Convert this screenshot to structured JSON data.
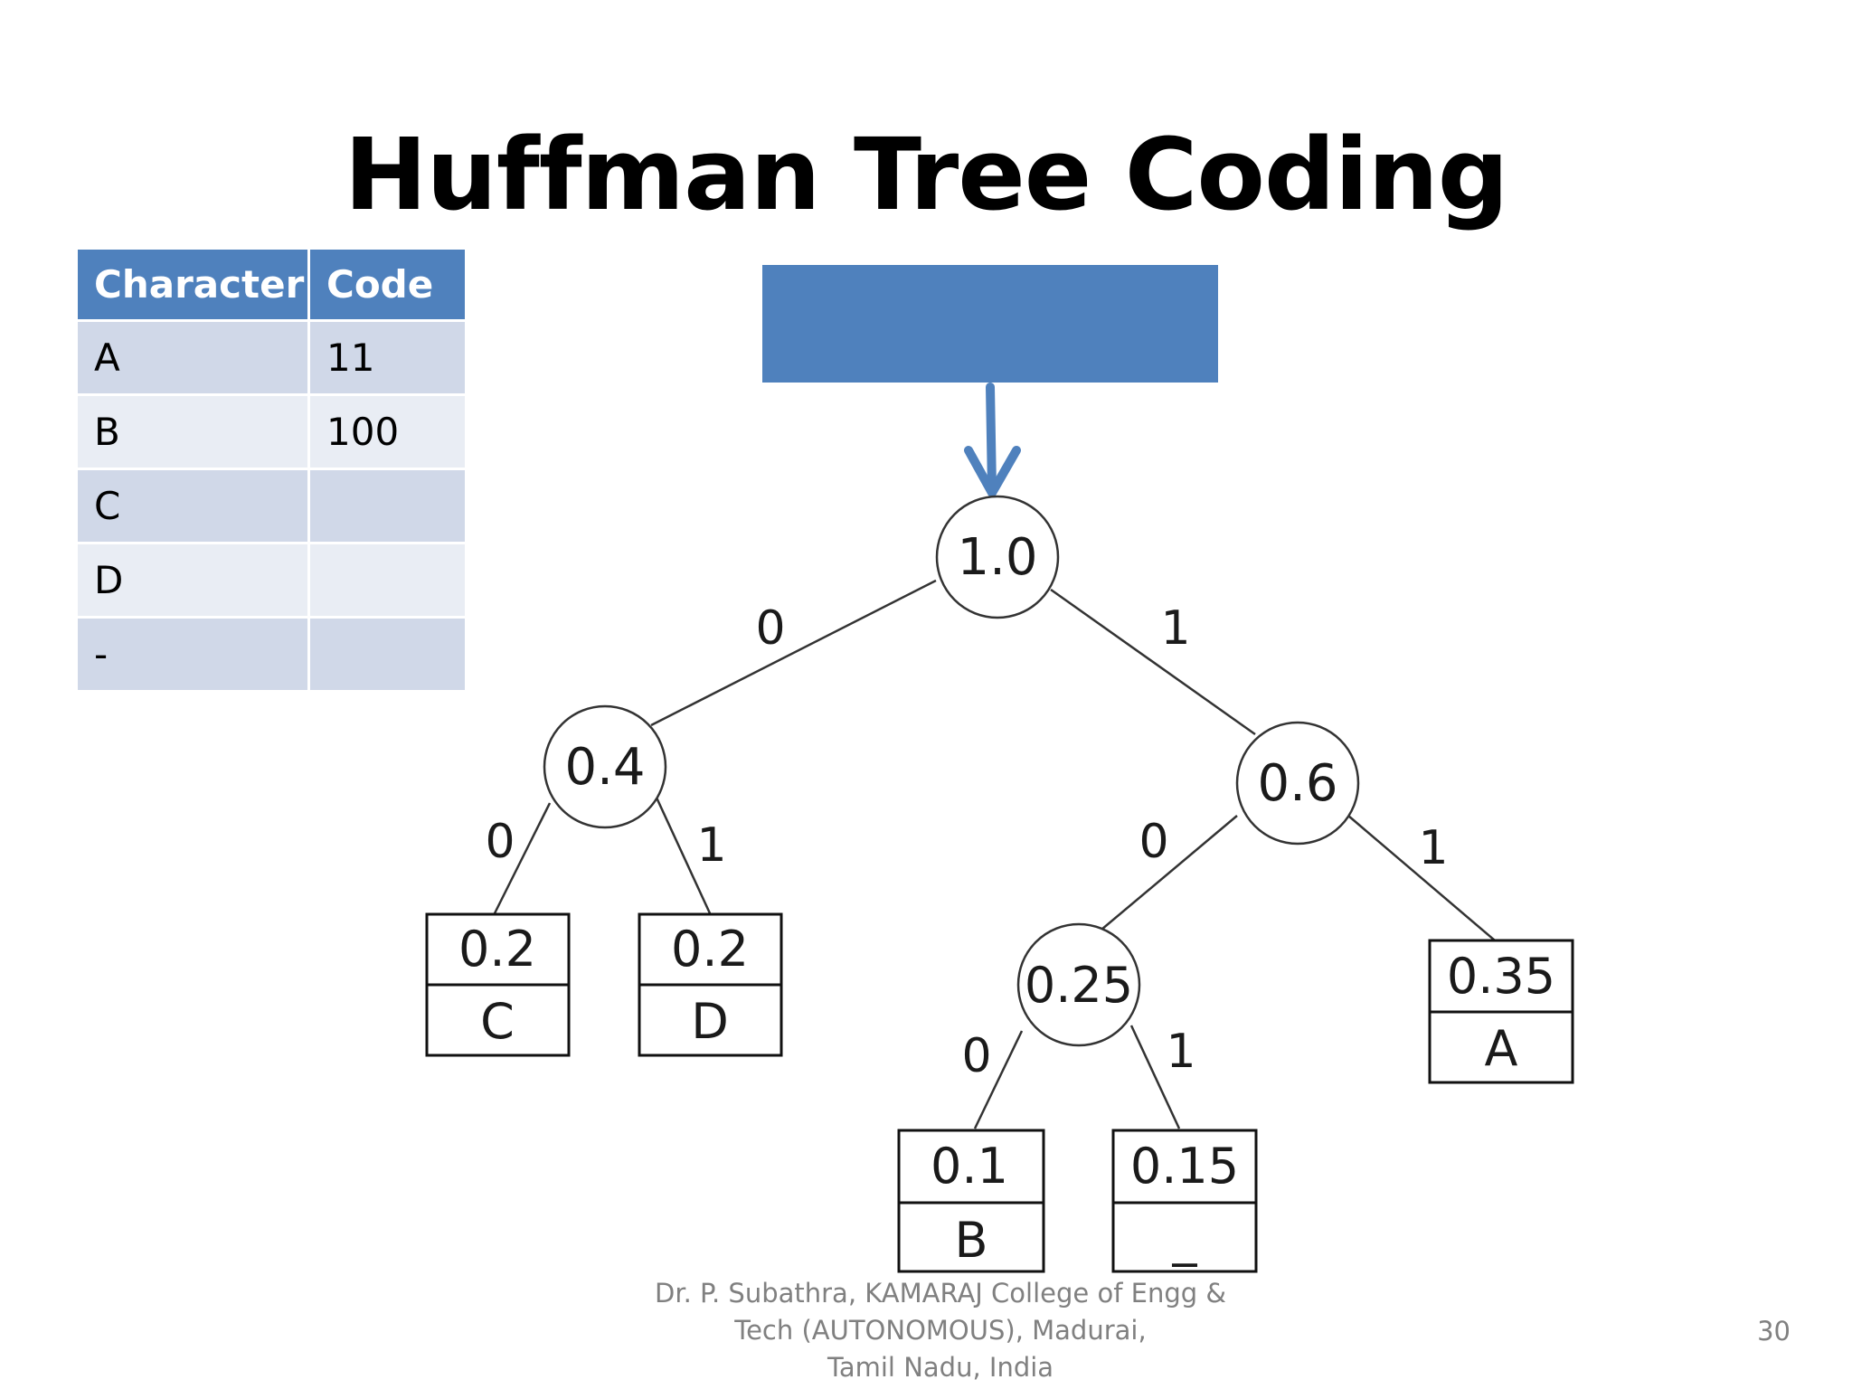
{
  "slide": {
    "title": "Huffman Tree Coding",
    "page_number": "30",
    "footer_lines": [
      "Dr. P. Subathra, KAMARAJ College of Engg &",
      "Tech (AUTONOMOUS), Madurai,",
      "Tamil Nadu, India"
    ]
  },
  "code_table": {
    "headers": [
      "Character",
      "Code"
    ],
    "rows": [
      {
        "character": "A",
        "code": "11"
      },
      {
        "character": "B",
        "code": "100"
      },
      {
        "character": "C",
        "code": ""
      },
      {
        "character": "D",
        "code": ""
      },
      {
        "character": "-",
        "code": ""
      }
    ]
  },
  "colors": {
    "accent": "#4f81bd",
    "table_row_odd": "#d0d8e8",
    "table_row_even": "#e9edf4",
    "footer_text": "#808080"
  },
  "tree": {
    "internal_nodes": [
      {
        "id": "root",
        "label": "1.0"
      },
      {
        "id": "n04",
        "label": "0.4"
      },
      {
        "id": "n06",
        "label": "0.6"
      },
      {
        "id": "n025",
        "label": "0.25"
      }
    ],
    "leaves": [
      {
        "id": "leafC",
        "weight": "0.2",
        "symbol": "C"
      },
      {
        "id": "leafD",
        "weight": "0.2",
        "symbol": "D"
      },
      {
        "id": "leafB",
        "weight": "0.1",
        "symbol": "B"
      },
      {
        "id": "leafDash",
        "weight": "0.15",
        "symbol": "_"
      },
      {
        "id": "leafA",
        "weight": "0.35",
        "symbol": "A"
      }
    ],
    "edges": [
      {
        "from": "root",
        "to": "n04",
        "label": "0"
      },
      {
        "from": "root",
        "to": "n06",
        "label": "1"
      },
      {
        "from": "n04",
        "to": "leafC",
        "label": "0"
      },
      {
        "from": "n04",
        "to": "leafD",
        "label": "1"
      },
      {
        "from": "n06",
        "to": "n025",
        "label": "0"
      },
      {
        "from": "n06",
        "to": "leafA",
        "label": "1"
      },
      {
        "from": "n025",
        "to": "leafB",
        "label": "0"
      },
      {
        "from": "n025",
        "to": "leafDash",
        "label": "1"
      }
    ]
  }
}
